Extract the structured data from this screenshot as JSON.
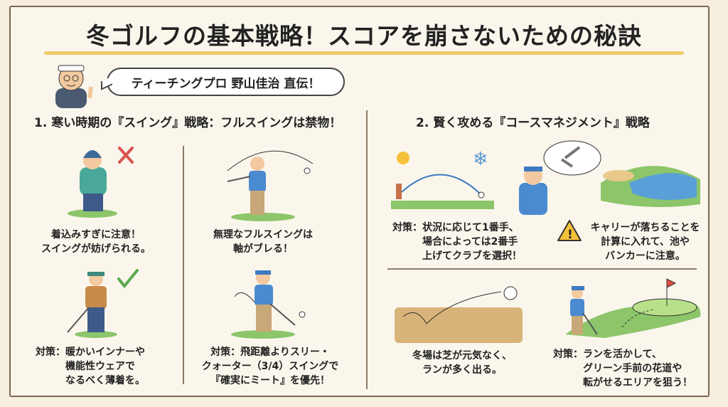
{
  "title": "冬ゴルフの基本戦略！スコアを崩さないための秘訣",
  "speech": "ティーチングプロ 野山佳治 直伝！",
  "section1": {
    "heading": "1. 寒い時期の『スイング』戦略：フルスイングは禁物！",
    "items": [
      {
        "caption": "着込みすぎに注意！\nスイングが妨げられる。"
      },
      {
        "caption": "無理なフルスイングは\n軸がブレる！"
      },
      {
        "caption": "対策：暖かいインナーや\n　　　機能性ウェアで\n　　　なるべく薄着を。"
      },
      {
        "caption": "対策：飛距離よりスリー・\nクォーター（3/4）スイングで\n『確実にミート』を優先！"
      }
    ]
  },
  "section2": {
    "heading": "2. 賢く攻める『コースマネジメント』戦略",
    "items": [
      {
        "caption": "対策：状況に応じて1番手、\n　　　場合によっては2番手\n　　　上げてクラブを選択！"
      },
      {
        "caption": "キャリーが落ちることを\n計算に入れて、池や\nバンカーに注意。"
      },
      {
        "caption": "冬場は芝が元気なく、\nランが多く出る。"
      },
      {
        "caption": "対策：ランを活かして、\n　　　グリーン手前の花道や\n　　　転がせるエリアを狙う！"
      }
    ]
  },
  "colors": {
    "title_underline": "#f1c96a",
    "frame": "#7a6650",
    "bad": "#d9534f",
    "good": "#5aaa4a",
    "grass": "#8cc56a"
  }
}
